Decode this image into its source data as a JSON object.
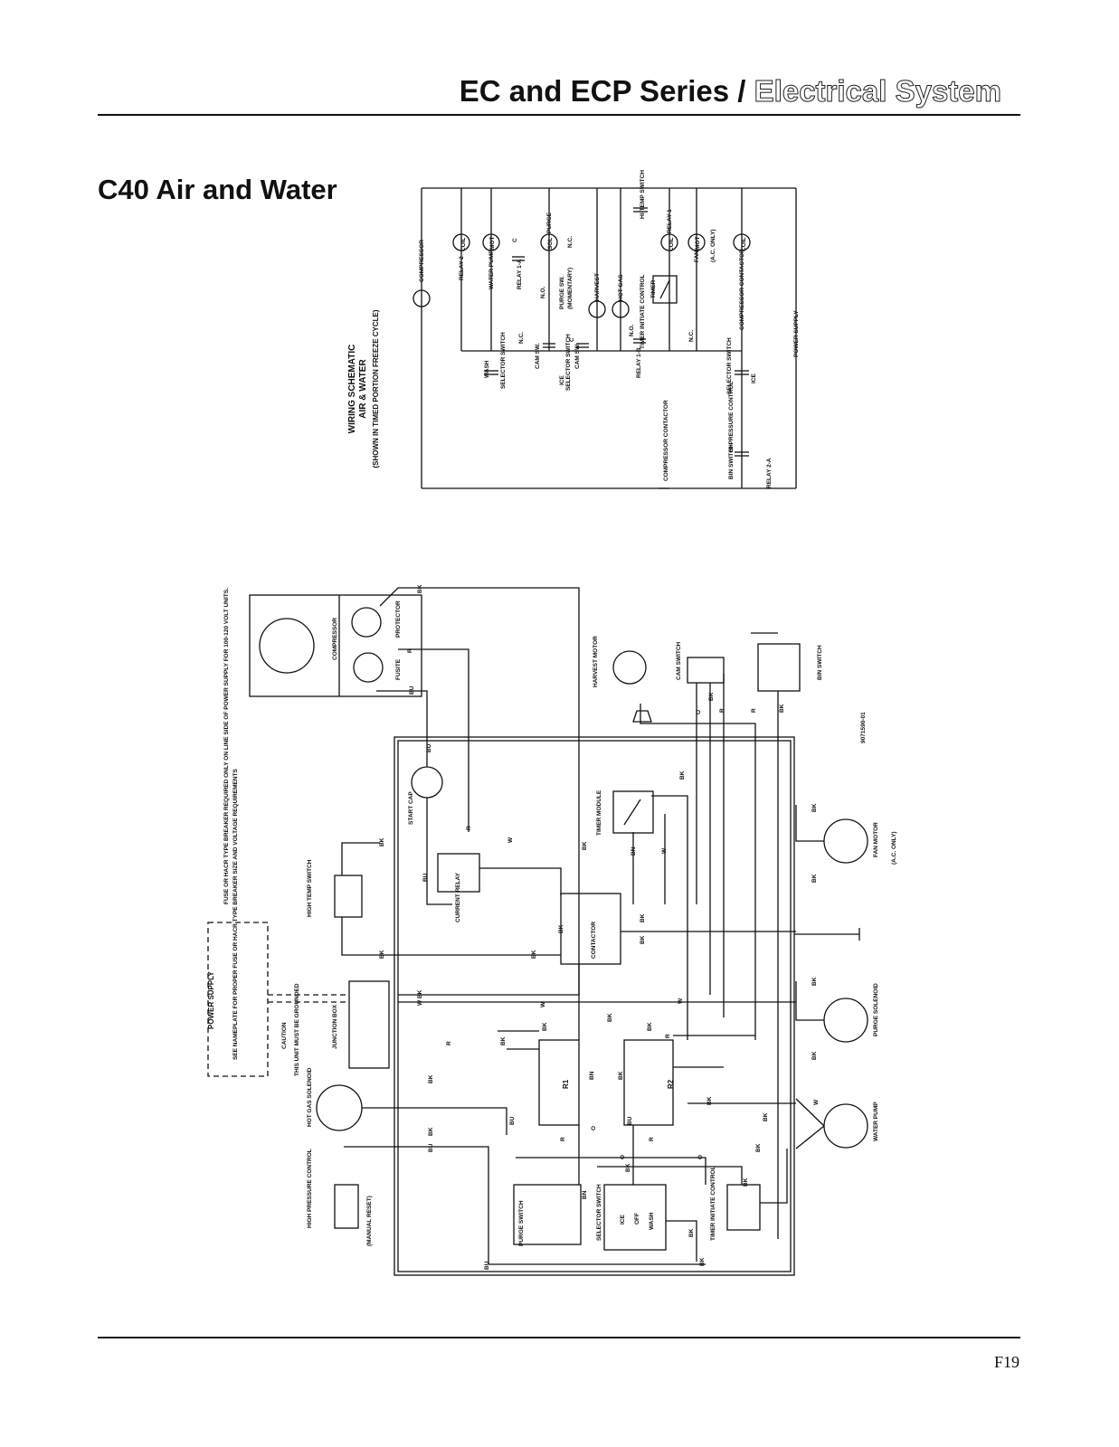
{
  "header": {
    "series_title": "EC and ECP Series",
    "separator": " / ",
    "section": "Electrical System"
  },
  "page_title": "C40 Air and Water",
  "page_number": "F19",
  "schematic": {
    "title_line1": "WIRING SCHEMATIC",
    "title_line2": "AIR & WATER",
    "title_line3": "(SHOWN IN TIMED PORTION FREEZE CYCLE)",
    "labels": {
      "compressor": "COMPRESSOR",
      "relay2": "RELAY 2",
      "water_pump": "WATER PUMP",
      "purge": "PURGE",
      "relay1": "RELAY 1",
      "hi_temp_switch": "HI-TEMP SWITCH",
      "fan": "FAN",
      "ac_only": "(A.C. ONLY)",
      "compressor_contactor": "COMPRESSOR CONTACTOR",
      "power_supply": "POWER SUPPLY",
      "harvest": "HARVEST",
      "hot_gas": "HOT GAS",
      "timer": "TIMER",
      "purge_sw": "PURGE SW.",
      "momentary": "(MOMENTARY)",
      "timer_initiate_control": "TIMER INITIATE CONTROL",
      "relay_1a": "RELAY 1-A",
      "relay_1b": "RELAY 1-B",
      "cam_sw": "CAM SW.",
      "selector_switch": "SELECTOR SWITCH",
      "wash": "WASH",
      "ice": "ICE",
      "hi_pressure_control": "HI-PRESSURE CONTROL",
      "bin_switch": "BIN SWITCH",
      "relay_2a": "RELAY 2-A",
      "compressor_contactor_2": "COMPRESSOR CONTACTOR",
      "coil": "COIL",
      "mot": "MOT",
      "sol": "SOL",
      "nc": "N.C.",
      "no": "N.O.",
      "c": "C"
    }
  },
  "wiring": {
    "part_number": "9071590-01",
    "components": {
      "compressor": "COMPRESSOR",
      "protector": "PROTECTOR",
      "fusite": "FUSITE",
      "harvest_motor": "HARVEST MOTOR",
      "cam_switch": "CAM SWITCH",
      "bin_switch": "BIN SWITCH",
      "start_cap": "START CAP",
      "timer_module": "TIMER MODULE",
      "fan_motor": "FAN MOTOR",
      "fan_motor_note": "(A.C. ONLY)",
      "current_relay": "CURRENT RELAY",
      "high_temp_switch": "HIGH TEMP SWITCH",
      "contactor": "CONTACTOR",
      "power_supply": "POWER SUPPLY",
      "junction_box": "JUNCTION BOX",
      "caution": "CAUTION",
      "caution_text": "THIS UNIT MUST BE GROUNDED",
      "purge_solenoid": "PURGE SOLENOID",
      "hot_gas_solenoid": "HOT GAS SOLENOID",
      "water_pump": "WATER PUMP",
      "high_pressure_control": "HIGH PRESSURE CONTROL",
      "manual_reset": "(MANUAL RESET)",
      "purge_switch": "PURGE SWITCH",
      "selector_switch": "SELECTOR SWITCH",
      "timer_initiate_control": "TIMER INITIATE CONTROL",
      "r1": "R1",
      "r2": "R2"
    },
    "notes": {
      "fuse_note": "FUSE OR HACR TYPE BREAKER REQUIRED ONLY ON LINE SIDE OF POWER SUPPLY FOR 100-120 VOLT UNITS.",
      "nameplate_note": "SEE NAMEPLATE FOR PROPER FUSE OR HACR TYPE BREAKER SIZE AND VOLTAGE REQUIREMENTS"
    },
    "selector_positions": {
      "ice": "ICE",
      "off": "OFF",
      "wash": "WASH"
    },
    "wire_colors": {
      "bk": "BK",
      "bu": "BU",
      "r": "R",
      "w": "W",
      "o": "O",
      "bn": "BN",
      "wbk": "W BK"
    }
  }
}
